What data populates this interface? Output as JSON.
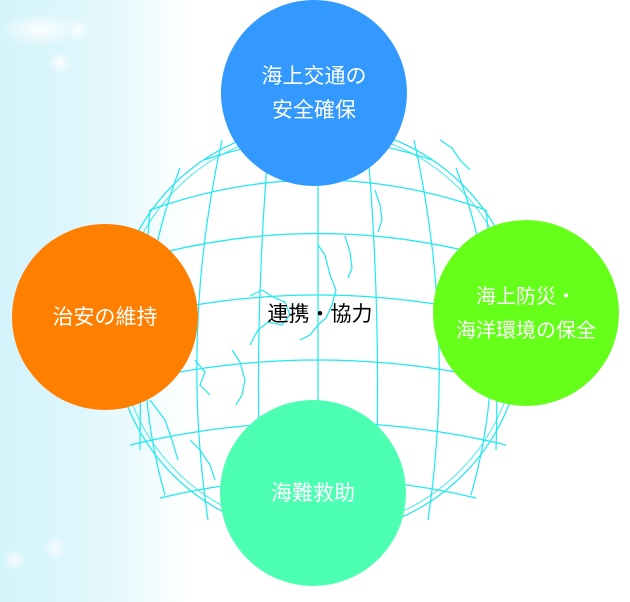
{
  "diagram": {
    "center": {
      "label": "連携・協力"
    },
    "nodes": [
      {
        "id": "top",
        "label": "海上交通の\n安全確保",
        "color": "#3399ff"
      },
      {
        "id": "left",
        "label": "治安の維持",
        "color": "#ff8000"
      },
      {
        "id": "right",
        "label": "海上防災・\n海洋環境の保全",
        "color": "#66ff1a"
      },
      {
        "id": "bottom",
        "label": "海難救助",
        "color": "#4dffb3"
      }
    ],
    "globe": {
      "line_color": "#1ee8f0",
      "icon": "globe-wireframe-icon"
    },
    "background": {
      "left_tint": "#d4f3fb",
      "right": "#ffffff"
    }
  }
}
